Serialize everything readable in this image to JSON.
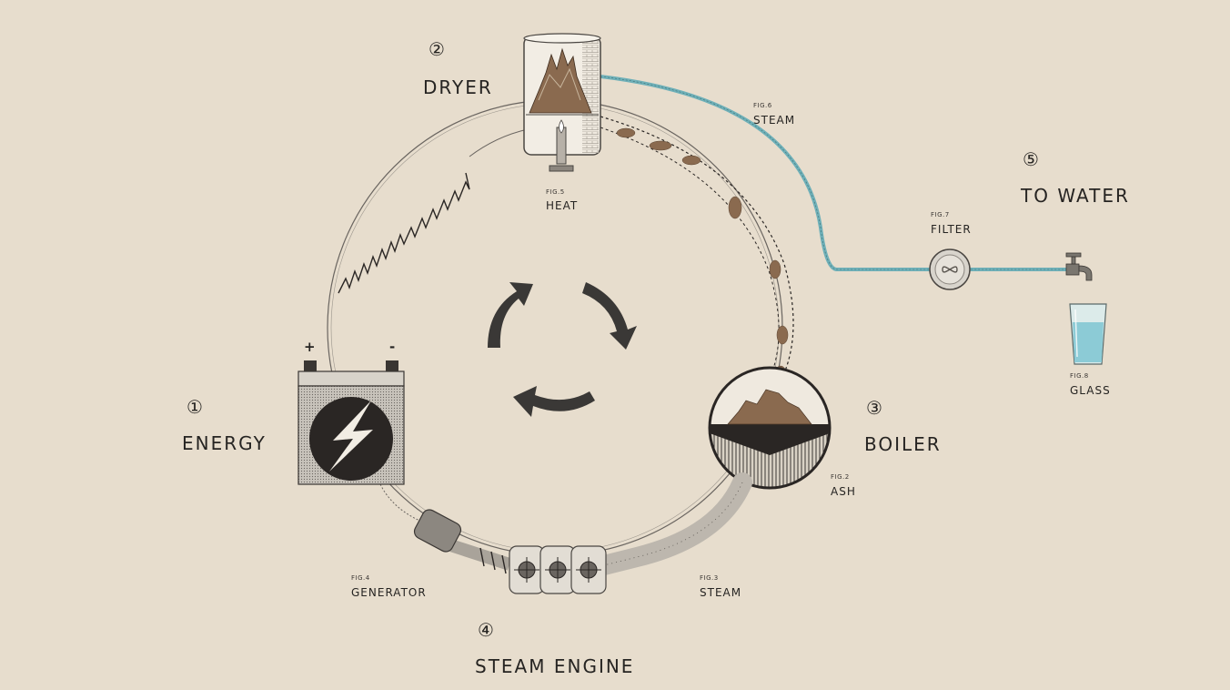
{
  "stages": {
    "energy": {
      "number": "①",
      "title": "ENERGY"
    },
    "dryer": {
      "number": "②",
      "title": "DRYER"
    },
    "boiler": {
      "number": "③",
      "title": "BOILER"
    },
    "engine": {
      "number": "④",
      "title": "STEAM ENGINE"
    },
    "water": {
      "number": "⑤",
      "title": "TO WATER"
    }
  },
  "battery": {
    "plus": "+",
    "minus": "-"
  },
  "figures": {
    "fig2": {
      "fig": "FIG.2",
      "caption": "ASH"
    },
    "fig3": {
      "fig": "FIG.3",
      "caption": "STEAM"
    },
    "fig4": {
      "fig": "FIG.4",
      "caption": "GENERATOR"
    },
    "fig5": {
      "fig": "FIG.5",
      "caption": "HEAT"
    },
    "fig6": {
      "fig": "FIG.6",
      "caption": "STEAM"
    },
    "fig7": {
      "fig": "FIG.7",
      "caption": "FILTER"
    },
    "fig8": {
      "fig": "FIG.8",
      "caption": "GLASS"
    }
  },
  "colors": {
    "paper": "#e7ddcd",
    "ink": "#262422",
    "water_pipe": "#6fb0b8",
    "water": "#8ccbd6",
    "ash": "#8a6a4f"
  },
  "icons": [
    "cycle-arrows-icon",
    "lightning-bolt-icon",
    "flame-icon",
    "faucet-icon",
    "filter-icon"
  ]
}
